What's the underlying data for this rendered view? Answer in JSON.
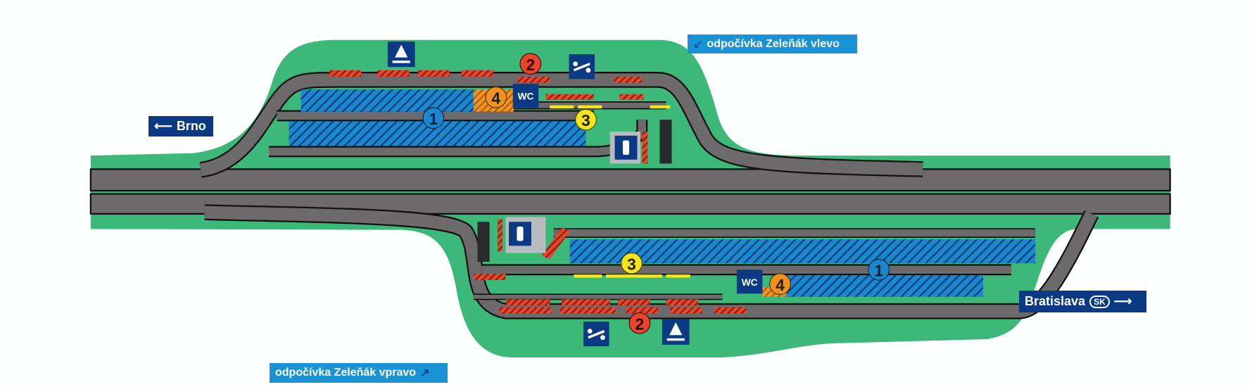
{
  "title": "Rest area Zeleňák layout",
  "signs": {
    "brno": {
      "arrow": "⟵",
      "label": "Brno"
    },
    "bratislava": {
      "label": "Bratislava",
      "badge": "SK",
      "arrow": "⟶"
    },
    "left_rest_area": {
      "arrow": "↙",
      "label": "odpočívka Zeleňák vlevo"
    },
    "right_rest_area": {
      "label": "odpočívka Zeleňák vpravo",
      "arrow": "↗"
    }
  },
  "markers": {
    "top": [
      {
        "num": "1",
        "kind": "car-parking",
        "color": "#1a87cf"
      },
      {
        "num": "2",
        "kind": "truck-parking",
        "color": "#e8452c"
      },
      {
        "num": "3",
        "kind": "bus-parking",
        "color": "#f4e41c"
      },
      {
        "num": "4",
        "kind": "special-parking",
        "color": "#f29020"
      }
    ],
    "bottom": [
      {
        "num": "1",
        "kind": "car-parking",
        "color": "#1a87cf"
      },
      {
        "num": "2",
        "kind": "truck-parking",
        "color": "#e8452c"
      },
      {
        "num": "3",
        "kind": "bus-parking",
        "color": "#f4e41c"
      },
      {
        "num": "4",
        "kind": "special-parking",
        "color": "#f29020"
      }
    ]
  },
  "icons": {
    "wc": "WC"
  },
  "colors": {
    "grass": "#3cb878",
    "road": "#6d6a6c",
    "navy": "#0b3a84",
    "cyan": "#1a93d6"
  }
}
